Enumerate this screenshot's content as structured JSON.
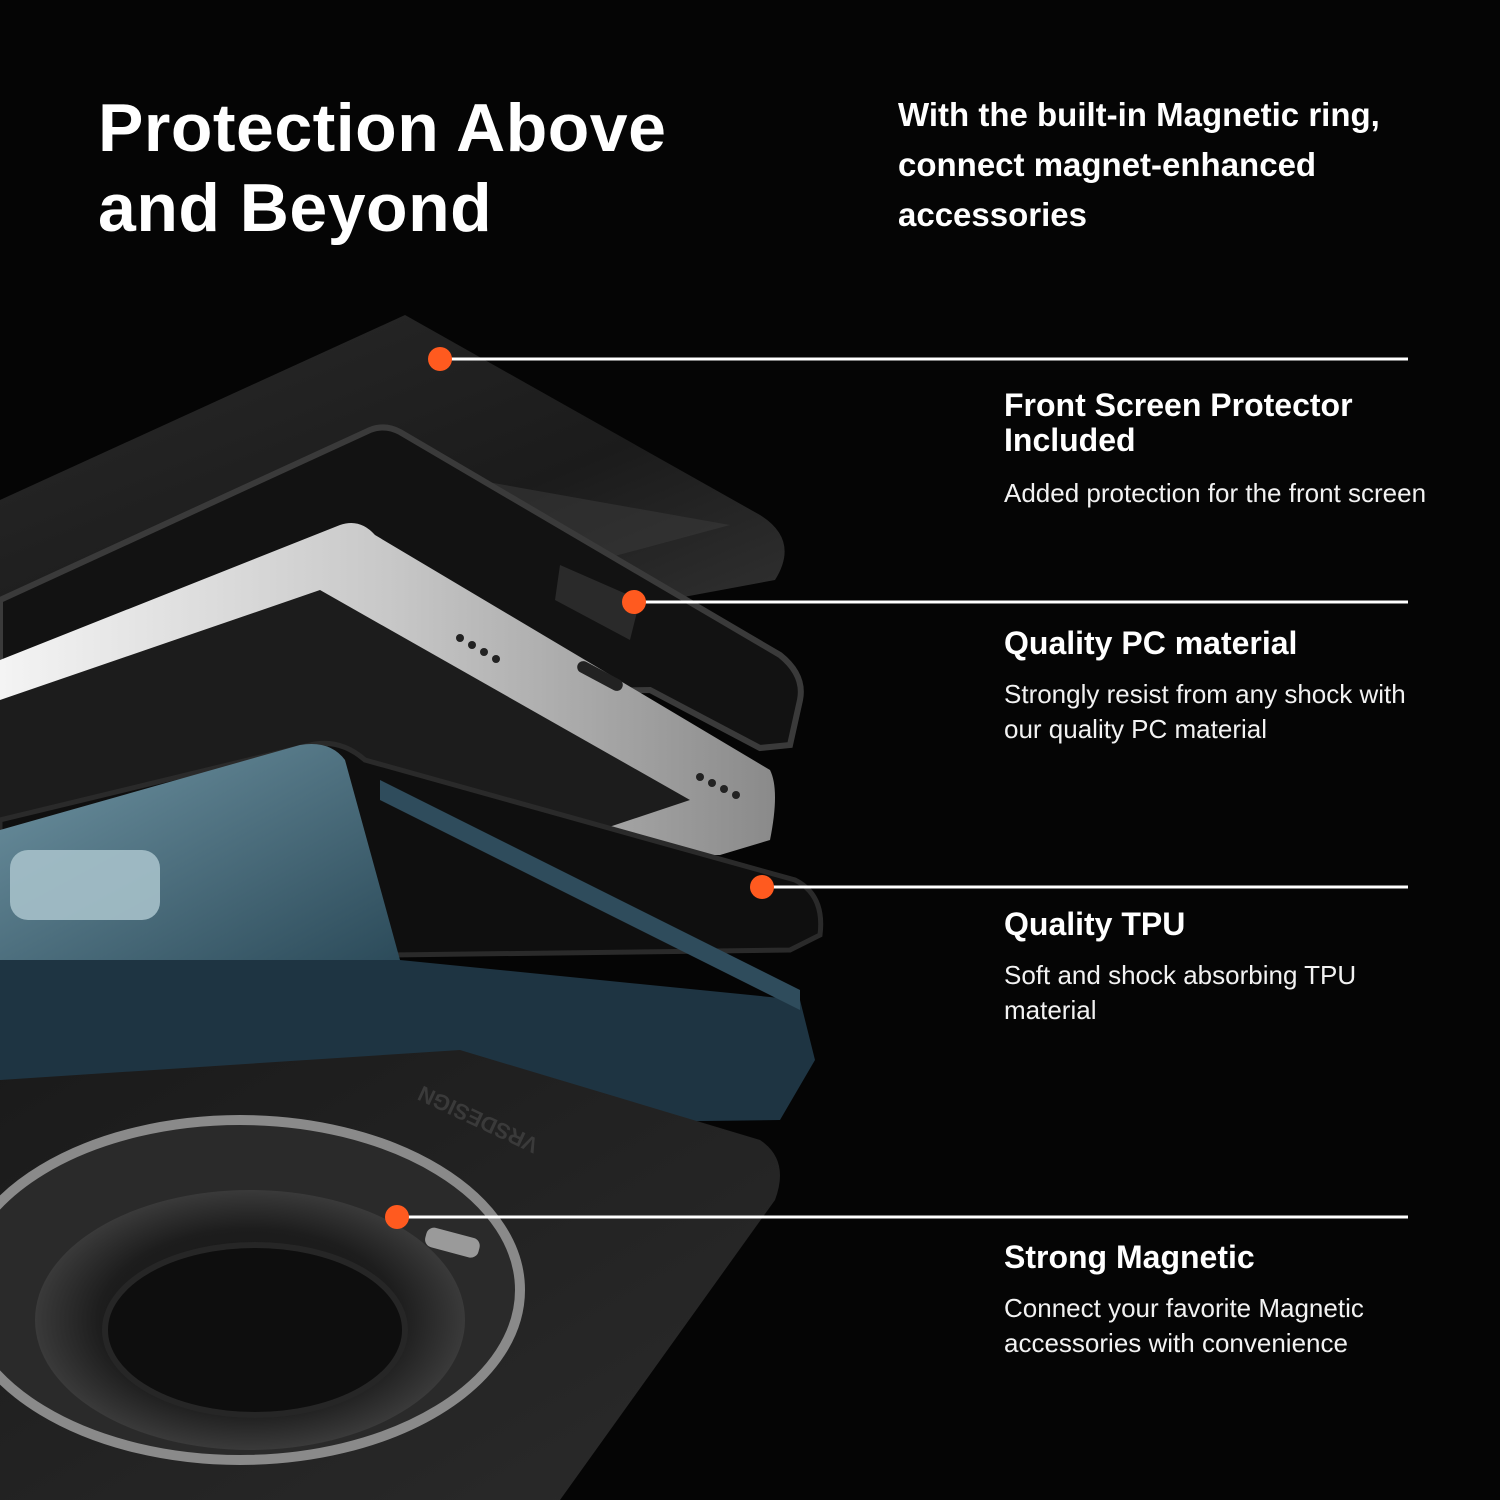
{
  "headline": "Protection Above and Beyond",
  "subhead": "With the built-in Magnetic ring, connect magnet-enhanced accessories",
  "features": [
    {
      "title": "Front Screen Protector Included",
      "desc": "Added protection for the front screen"
    },
    {
      "title": "Quality PC material",
      "desc": "Strongly resist from any shock with our quality PC material"
    },
    {
      "title": "Quality TPU",
      "desc": "Soft and shock absorbing TPU material"
    },
    {
      "title": "Strong Magnetic",
      "desc": "Connect your favorite Magnetic accessories with convenience"
    }
  ],
  "brand_engraving": "VRSDESIGN",
  "colors": {
    "background": "#050505",
    "accent_dot": "#ff5a1f",
    "callout_line": "#ffffff",
    "case_blue": "#2f4c5c"
  }
}
